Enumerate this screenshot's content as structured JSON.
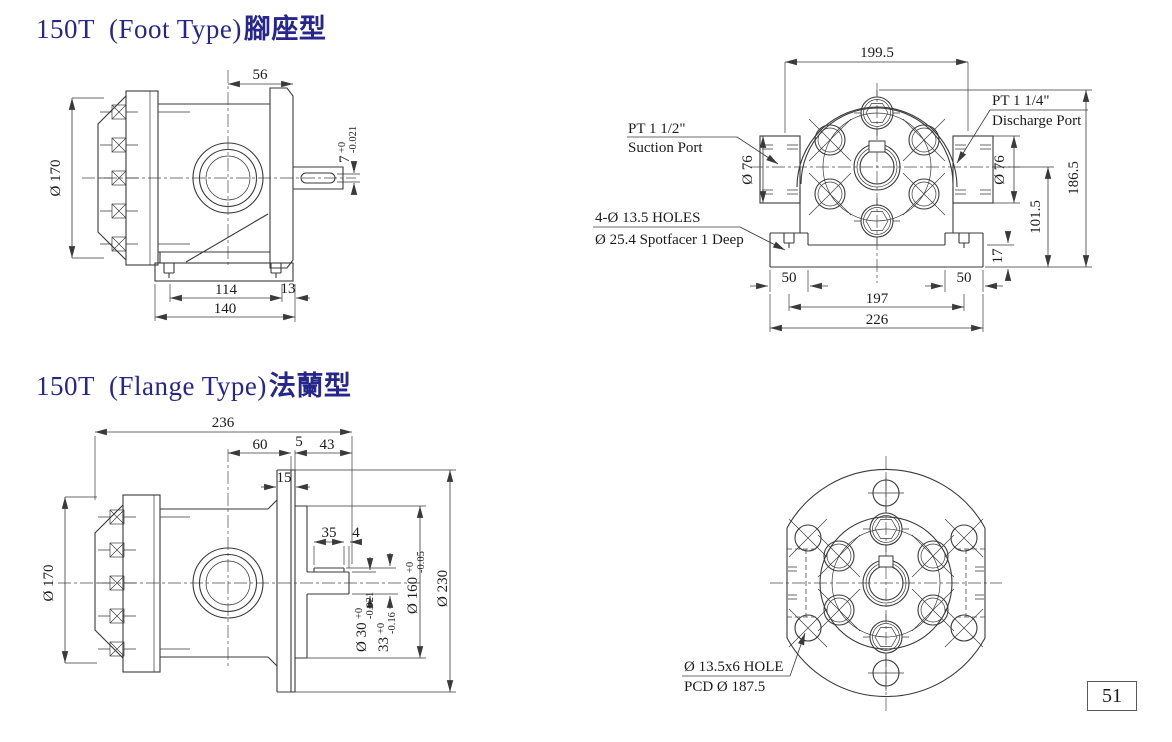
{
  "page": {
    "number": "51"
  },
  "titles": {
    "foot": {
      "model": "150T",
      "type": "(Foot Type)",
      "cjk": "腳座型"
    },
    "flange": {
      "model": "150T",
      "type": "(Flange Type)",
      "cjk": "法蘭型"
    }
  },
  "foot_side": {
    "dim_56": "56",
    "dia_170": "Ø 170",
    "key_width": {
      "val": "7",
      "tol_up": "+0",
      "tol_dn": "-0.021"
    },
    "dim_114": "114",
    "dim_13": "13",
    "dim_140": "140"
  },
  "foot_front": {
    "dim_199_5": "199.5",
    "suction": {
      "line1": "PT 1 1/2\"",
      "line2": "Suction Port"
    },
    "discharge": {
      "line1": "PT 1 1/4\"",
      "line2": "Discharge Port"
    },
    "holes": {
      "line1": "4-Ø 13.5 HOLES",
      "line2": "Ø 25.4 Spotfacer 1 Deep"
    },
    "dia_76_left": "Ø 76",
    "dia_76_right": "Ø 76",
    "dim_186_5": "186.5",
    "dim_101_5": "101.5",
    "dim_17": "17",
    "dim_50_left": "50",
    "dim_50_right": "50",
    "dim_197": "197",
    "dim_226": "226"
  },
  "flange_side": {
    "dim_236": "236",
    "dim_60": "60",
    "dim_5": "5",
    "dim_43": "43",
    "dim_15": "15",
    "dim_35": "35",
    "dim_4": "4",
    "dia_170": "Ø 170",
    "shaft_dia": {
      "val": "Ø 30",
      "tol_up": "+0",
      "tol_dn": "-0.021"
    },
    "key_height": {
      "val": "33",
      "tol_up": "+0",
      "tol_dn": "-0.16"
    },
    "spigot_dia": {
      "val": "Ø 160",
      "tol_up": "+0",
      "tol_dn": "-0.05"
    },
    "dia_230": "Ø 230"
  },
  "flange_front": {
    "holes": {
      "line1": "Ø 13.5x6 HOLE",
      "line2": "PCD Ø 187.5"
    }
  }
}
